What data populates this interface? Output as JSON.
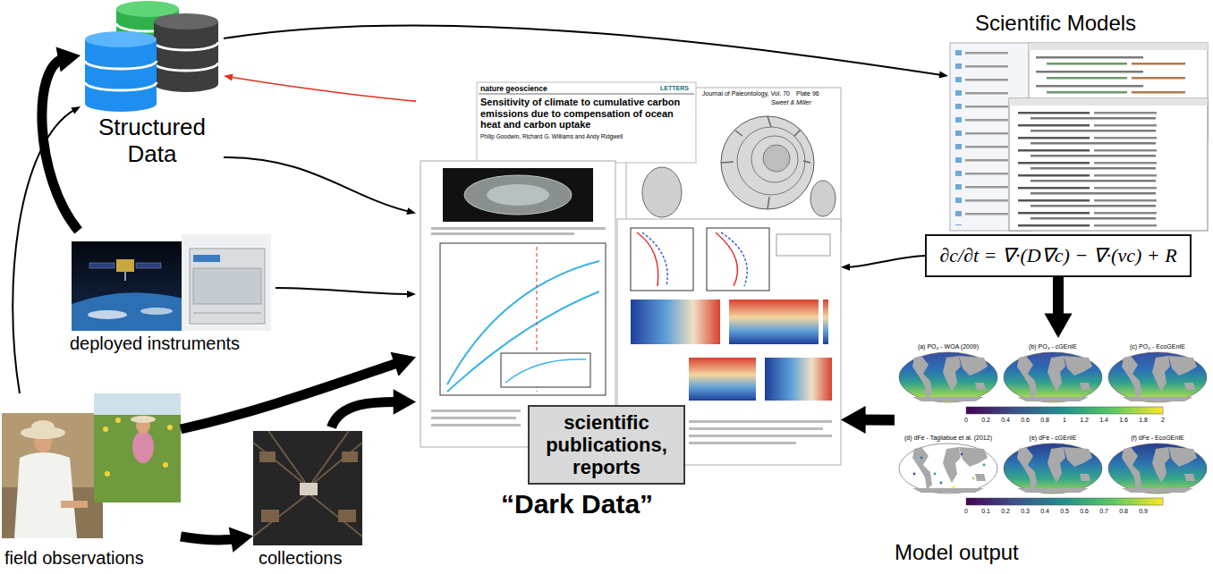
{
  "diagram": {
    "nodes": [
      {
        "text": [
          "Structured Data"
        ]
      },
      {
        "text": [
          "Scientific Models"
        ]
      },
      {
        "text": [
          "deployed instruments"
        ]
      },
      {
        "text": [
          "field observations"
        ]
      },
      {
        "text": [
          "collections"
        ]
      },
      {
        "text": [
          "scientific publications, reports",
          "“Dark Data”"
        ]
      },
      {
        "text": [
          "∂c/∂t = ∇·(D∇c) − ∇·(vc) + R"
        ]
      },
      {
        "text": [
          "Model output"
        ]
      }
    ],
    "edges": [
      {
        "from": 0,
        "to": 1,
        "arrow": "to"
      },
      {
        "from": 5,
        "to": 0,
        "arrow": "to"
      },
      {
        "from": 0,
        "to": 5,
        "arrow": "to"
      },
      {
        "from": 2,
        "to": 0,
        "arrow": "to"
      },
      {
        "from": 2,
        "to": 5,
        "arrow": "to"
      },
      {
        "from": 3,
        "to": 0,
        "arrow": "to"
      },
      {
        "from": 3,
        "to": 5,
        "arrow": "to"
      },
      {
        "from": 3,
        "to": 4,
        "arrow": "to"
      },
      {
        "from": 4,
        "to": 5,
        "arrow": "to"
      },
      {
        "from": 6,
        "to": 5,
        "arrow": "to"
      },
      {
        "from": 6,
        "to": 7,
        "arrow": "to"
      },
      {
        "from": 7,
        "to": 5,
        "arrow": "to"
      }
    ],
    "labels": [
      "nature geoscience",
      "LETTERS",
      "Sensitivity of climate to cumulative carbon emissions due to compensation of ocean heat and carbon uptake",
      "Philip Goodwin, Richard G. Williams and Andy Ridgwell",
      "Journal of Paleontology, Vol. 70",
      "Plate 96",
      "Sweet & Miller",
      "(a) PO₄ - WOA (2009)",
      "(b) PO₄ - cGEnIE",
      "(c) PO₄ - EcoGEnIE",
      "(d) dFe - Tagliabue et al. (2012)",
      "(e) dFe - cGEnIE",
      "(f) dFe - EcoGEnIE",
      "0",
      "0.2",
      "0.4",
      "0.6",
      "0.8",
      "1",
      "1.2",
      "1.4",
      "1.6",
      "1.8",
      "2",
      "0",
      "0.1",
      "0.2",
      "0.3",
      "0.4",
      "0.5",
      "0.6",
      "0.7",
      "0.8",
      "0.9"
    ]
  }
}
